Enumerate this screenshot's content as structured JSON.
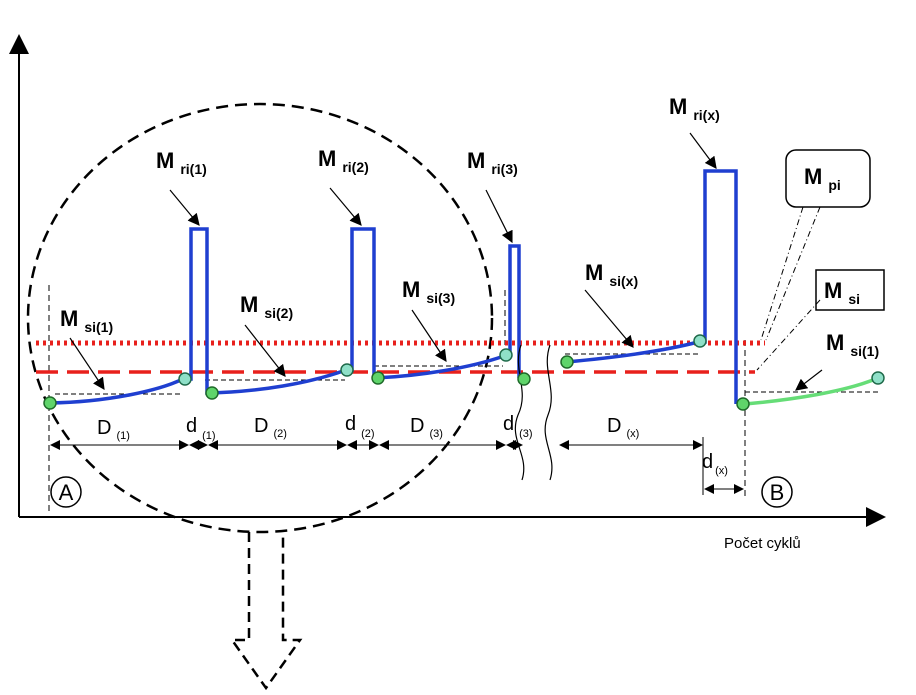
{
  "labels": {
    "m": "M",
    "mri1": "ri(1)",
    "mri2": "ri(2)",
    "mri3": "ri(3)",
    "mrix": "ri(x)",
    "mpi": "pi",
    "msi_top": "si",
    "msi1": "si(1)",
    "msi2": "si(2)",
    "msi3": "si(3)",
    "msix": "si(x)",
    "msi1_end": "si(1)",
    "D": "D",
    "d": "d",
    "D1": "(1)",
    "D2": "(2)",
    "D3": "(3)",
    "Dx": "(x)",
    "d1": "(1)",
    "d2": "(2)",
    "d3": "(3)",
    "dx": "(x)",
    "pointA": "A",
    "pointB": "B",
    "xaxis": "Počet cyklů"
  },
  "colors": {
    "curve": "#1f3fd0",
    "curve_end": "#66dd77",
    "dotted_line": "#e8201c",
    "dashed_line": "#e8201c"
  }
}
